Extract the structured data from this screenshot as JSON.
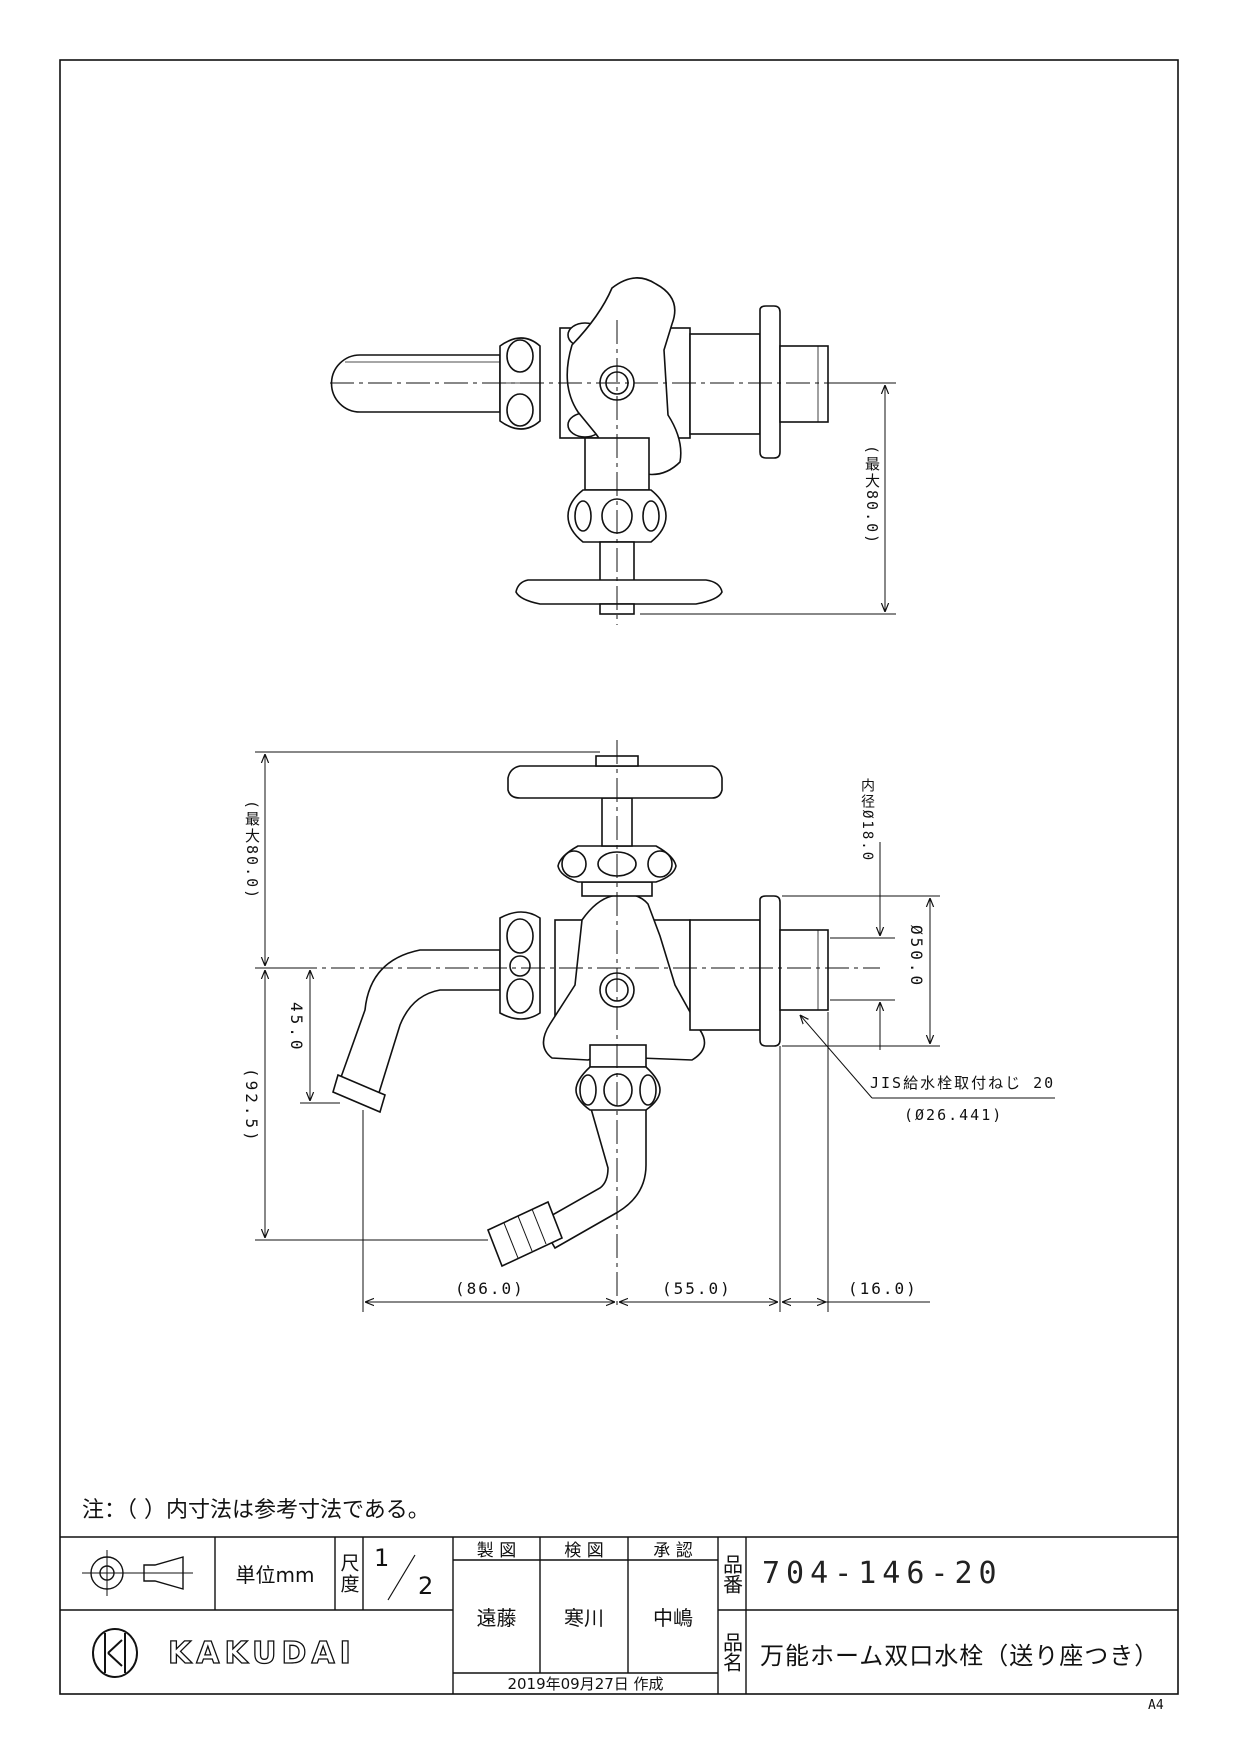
{
  "top_view": {
    "dim_max_height": "(最大80.0)"
  },
  "front_view": {
    "dim_max_height": "(最大80.0)",
    "dim_inner_diameter": "内径Ø18.0",
    "dim_flange_diameter": "Ø50.0",
    "dim_spout_drop": "45.0",
    "dim_hose_drop": "(92.5)",
    "dim_spout_reach": "(86.0)",
    "dim_body_to_wall": "(55.0)",
    "dim_thread_length": "(16.0)",
    "thread_spec": "JIS給水栓取付ねじ 20",
    "thread_diameter": "(Ø26.441)"
  },
  "note": "注：（ ）内寸法は参考寸法である。",
  "title_block": {
    "unit_label": "単位mm",
    "scale_label": "尺度",
    "scale_num": "1",
    "scale_den": "2",
    "drawn_header": "製 図",
    "checked_header": "検 図",
    "approved_header": "承 認",
    "drawn_by": "遠藤",
    "checked_by": "寒川",
    "approved_by": "中嶋",
    "created_date": "2019年09月27日 作成",
    "part_no_label": "品番",
    "part_no": "704-146-20",
    "part_name_label": "品名",
    "part_name": "万能ホーム双口水栓（送り座つき）",
    "brand": "KAKUDAI"
  },
  "sheet_size": "A4"
}
